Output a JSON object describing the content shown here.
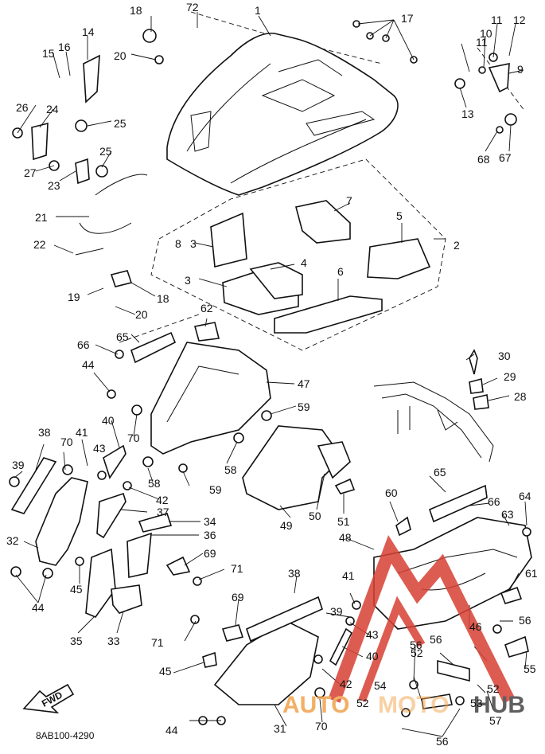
{
  "labels": [
    "1",
    "2",
    "3",
    "3",
    "4",
    "5",
    "6",
    "7",
    "8",
    "9",
    "10",
    "11",
    "11",
    "12",
    "13",
    "14",
    "15",
    "16",
    "17",
    "18",
    "18",
    "19",
    "20",
    "20",
    "21",
    "22",
    "23",
    "24",
    "25",
    "25",
    "26",
    "27",
    "28",
    "29",
    "30",
    "31",
    "32",
    "33",
    "34",
    "35",
    "36",
    "37",
    "38",
    "38",
    "39",
    "39",
    "40",
    "40",
    "41",
    "41",
    "42",
    "42",
    "43",
    "43",
    "44",
    "44",
    "44",
    "45",
    "45",
    "46",
    "47",
    "48",
    "49",
    "50",
    "51",
    "52",
    "52",
    "52",
    "53",
    "54",
    "55",
    "56",
    "56",
    "56",
    "56",
    "57",
    "58",
    "58",
    "59",
    "59",
    "60",
    "61",
    "62",
    "63",
    "64",
    "65",
    "65",
    "66",
    "66",
    "67",
    "68",
    "69",
    "69",
    "70",
    "70",
    "70",
    "71",
    "71",
    "72"
  ],
  "diagram_code": "8AB100-4290",
  "fwd_arrow_text": "FWD",
  "watermark": {
    "left": "AUTO",
    "right": "HUB",
    "middle": "MOTO",
    "color_red": "#d84033",
    "color_orange": "#f0a24a",
    "color_gray": "#444444"
  }
}
